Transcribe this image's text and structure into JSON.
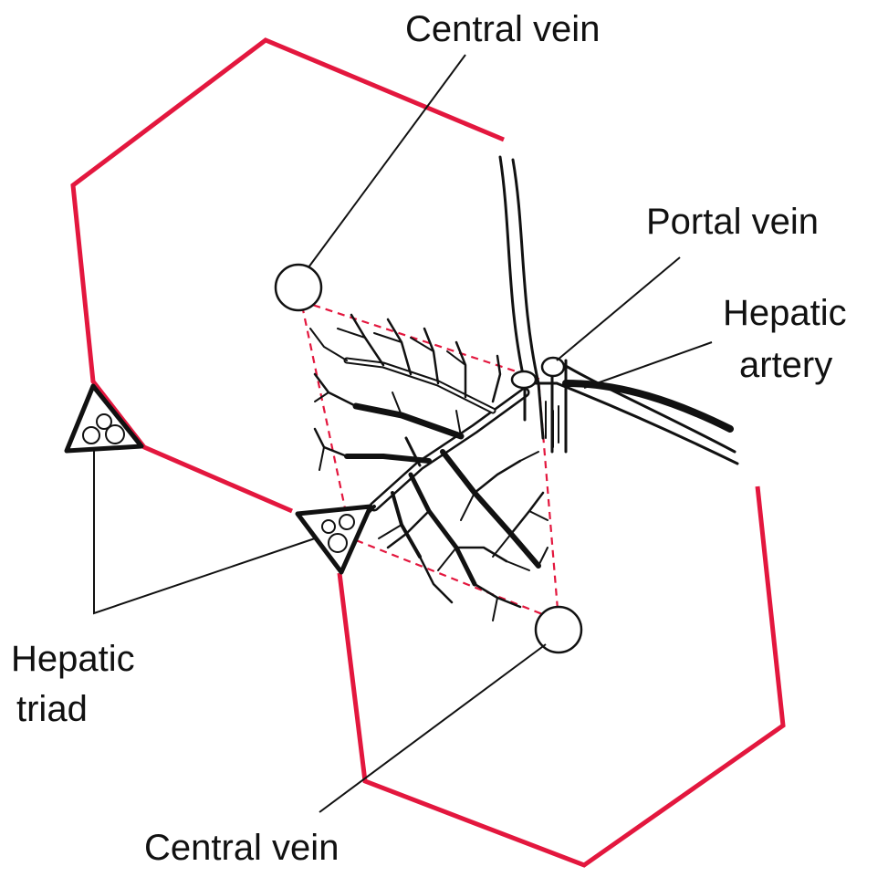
{
  "colors": {
    "lobule_outline": "#e3173e",
    "ink": "#111111",
    "background": "#ffffff"
  },
  "labels": {
    "central_vein_top": "Central vein",
    "portal_vein": "Portal vein",
    "hepatic_artery_line1": "Hepatic",
    "hepatic_artery_line2": "artery",
    "hepatic_triad_line1": "Hepatic",
    "hepatic_triad_line2": "triad",
    "central_vein_bottom": "Central vein"
  },
  "icons": {
    "central_vein": "open-circle",
    "hepatic_triad": "triangle-with-three-circles",
    "vessel_tree": "branching-vessels"
  }
}
